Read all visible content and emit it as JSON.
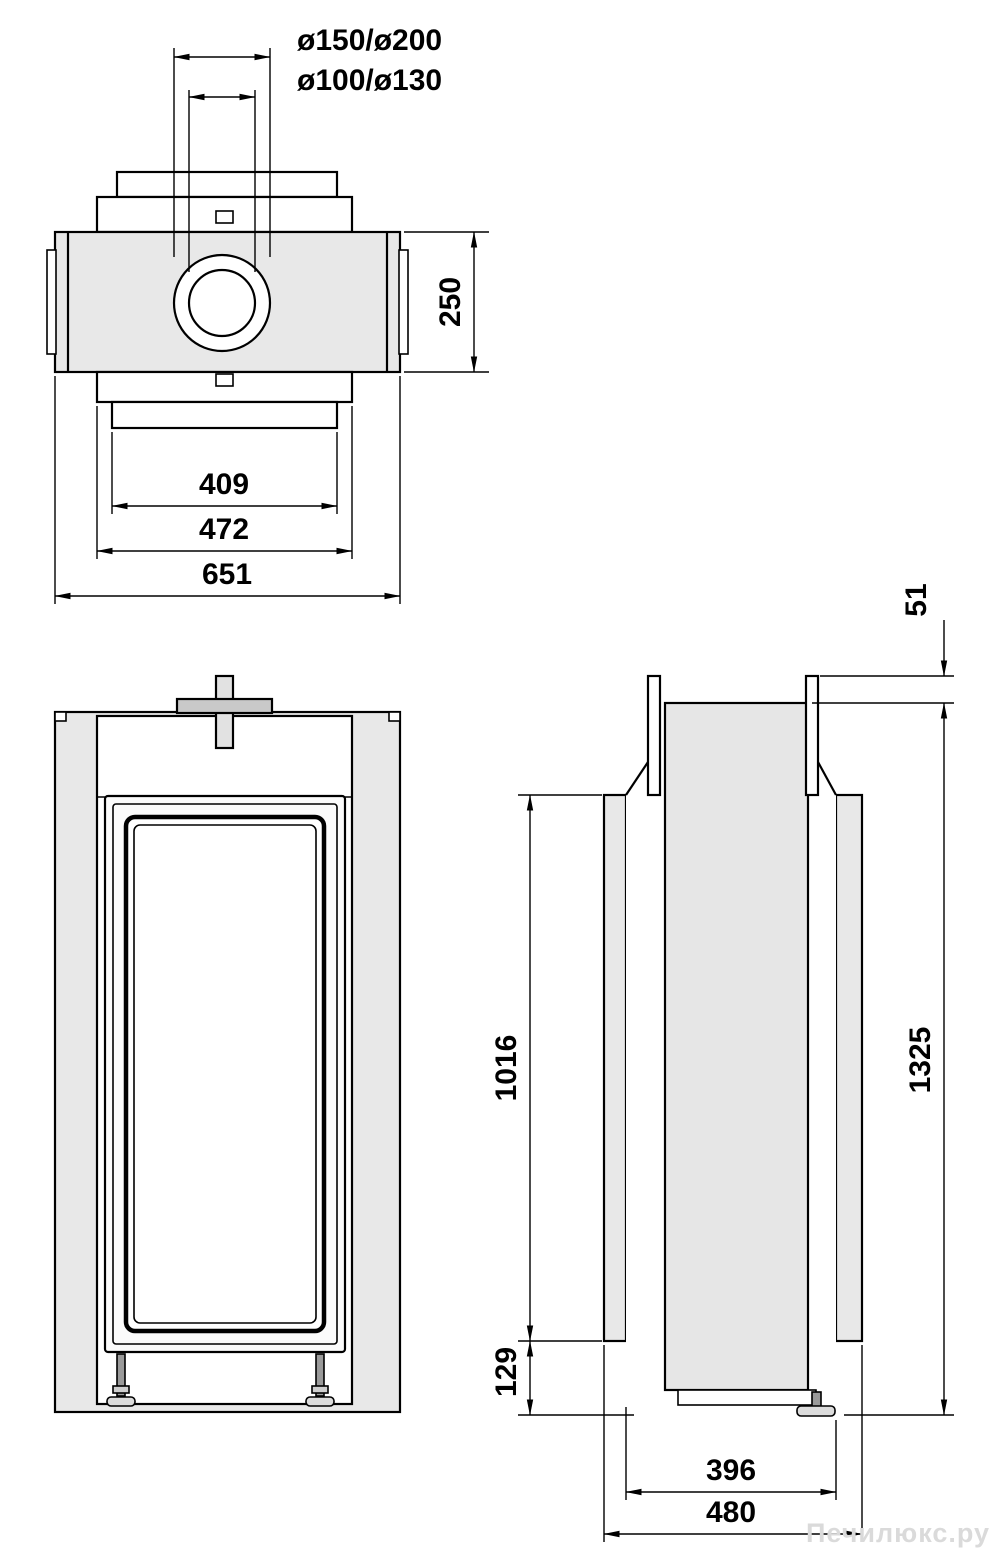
{
  "colors": {
    "line": "#000000",
    "panel_fill": "#e8e8e8",
    "core_fill": "#e2e2e2",
    "collar_fill": "#c9c9c9",
    "white": "#ffffff",
    "watermark_text": "#dadada"
  },
  "top_view": {
    "labels": {
      "flue_outer": "ø150/ø200",
      "flue_inner": "ø100/ø130",
      "depth": "250",
      "width_base": "409",
      "width_flange": "472",
      "width_overall": "651"
    }
  },
  "side_view": {
    "labels": {
      "top_plate_offset": "51",
      "glass_height": "1016",
      "plinth_height": "129",
      "overall_height": "1325",
      "depth_body": "396",
      "depth_overall": "480"
    }
  },
  "watermark": "Печилюкс.ру"
}
